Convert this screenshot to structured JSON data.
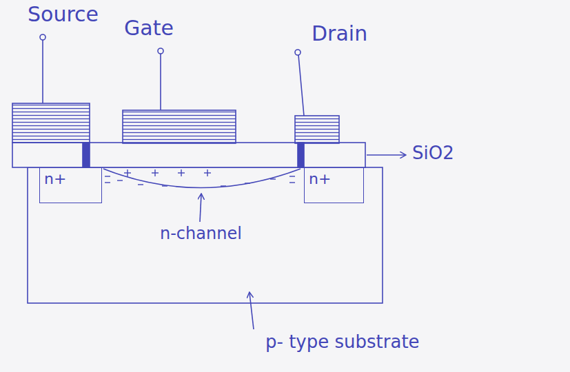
{
  "diagram": {
    "nodes": [
      {
        "text": [
          "n+"
        ]
      },
      {
        "text": [
          "n+"
        ]
      }
    ],
    "labels": [
      "Source",
      "Gate",
      "Drain",
      "SiO2",
      "n-channel",
      "p- type substrate"
    ]
  }
}
